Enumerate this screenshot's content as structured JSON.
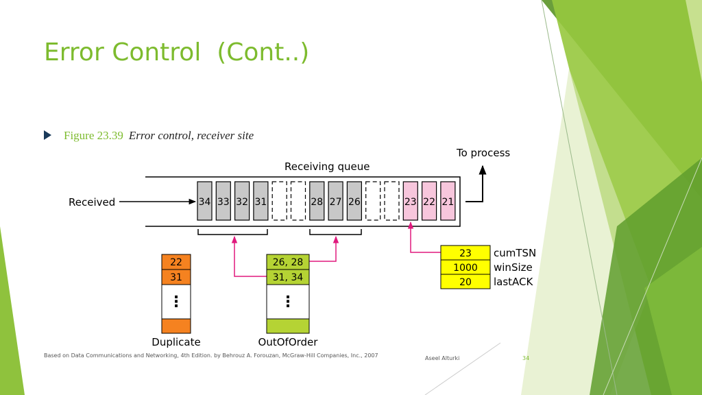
{
  "slide": {
    "title": "Error Control  (Cont..)",
    "figure_number": "Figure 23.39",
    "figure_caption": "Error control, receiver site",
    "footer_source": "Based on Data Communications and Networking, 4th Edition. by Behrouz A. Forouzan,   McGraw-Hill Companies, Inc., 2007",
    "footer_author": "Aseel Alturki",
    "page_number": "34"
  },
  "diagram": {
    "to_process_label": "To process",
    "queue_label": "Receiving queue",
    "received_label": "Received",
    "queue_slots": [
      {
        "label": "34",
        "kind": "received"
      },
      {
        "label": "33",
        "kind": "received"
      },
      {
        "label": "32",
        "kind": "received"
      },
      {
        "label": "31",
        "kind": "received"
      },
      {
        "label": "",
        "kind": "empty"
      },
      {
        "label": "",
        "kind": "empty"
      },
      {
        "label": "28",
        "kind": "received"
      },
      {
        "label": "27",
        "kind": "received"
      },
      {
        "label": "26",
        "kind": "received"
      },
      {
        "label": "",
        "kind": "empty"
      },
      {
        "label": "",
        "kind": "empty"
      },
      {
        "label": "23",
        "kind": "ready"
      },
      {
        "label": "22",
        "kind": "ready"
      },
      {
        "label": "21",
        "kind": "ready"
      }
    ],
    "duplicate": {
      "label": "Duplicate",
      "entries": [
        "22",
        "31"
      ],
      "dots": "⋮"
    },
    "out_of_order": {
      "label": "OutOfOrder",
      "entries": [
        "26, 28",
        "31, 34"
      ],
      "dots": "⋮"
    },
    "variables": [
      {
        "value": "23",
        "name": "cumTSN"
      },
      {
        "value": "1000",
        "name": "winSize"
      },
      {
        "value": "20",
        "name": "lastACK"
      }
    ]
  },
  "colors": {
    "title_green": "#7dbb2e",
    "slot_gray": "#c8c8c8",
    "slot_pink": "#f7c6dc",
    "duplicate_orange": "#f58220",
    "out_of_order_green": "#b5d334",
    "variables_yellow": "#ffff00",
    "arrow_magenta": "#e0197d"
  }
}
